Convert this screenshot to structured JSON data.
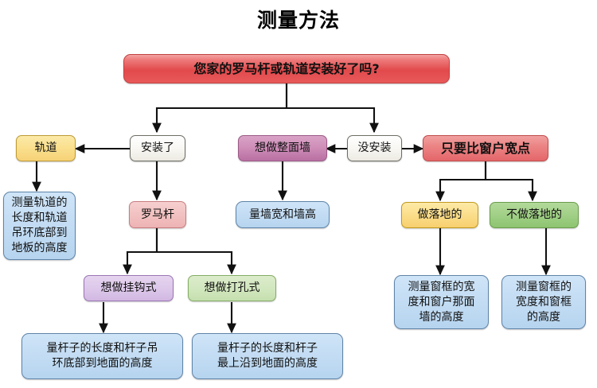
{
  "title": "测量方法",
  "flowchart": {
    "type": "decision-tree",
    "nodes": [
      {
        "id": "root",
        "label": "您家的罗马杆或轨道安装好了吗?",
        "color": "#e24a4c",
        "style": "root"
      },
      {
        "id": "guidao",
        "label": "轨道",
        "color": "#fadf8d",
        "style": "yellow"
      },
      {
        "id": "anzhuangle",
        "label": "安装了",
        "color": "#f7f6f2",
        "style": "white"
      },
      {
        "id": "zhengmianqiang",
        "label": "想做整面墙",
        "color": "#cf8fb9",
        "style": "purple"
      },
      {
        "id": "meianzhuang",
        "label": "没安装",
        "color": "#f7f6f2",
        "style": "white"
      },
      {
        "id": "kuandian",
        "label": "只要比窗户宽点",
        "color": "#ec8585",
        "style": "red"
      },
      {
        "id": "cl_guidao",
        "label": "测量轨道的\n长度和轨道\n吊环底部到\n地板的高度",
        "color": "#c4ddf4",
        "style": "blue"
      },
      {
        "id": "luomagan",
        "label": "罗马杆",
        "color": "#f2c1c1",
        "style": "pink"
      },
      {
        "id": "liangqiang",
        "label": "量墙宽和墙高",
        "color": "#c4ddf4",
        "style": "blue"
      },
      {
        "id": "zuoluodi",
        "label": "做落地的",
        "color": "#fbdf8d",
        "style": "amber"
      },
      {
        "id": "buzuoluodi",
        "label": "不做落地的",
        "color": "#a3d189",
        "style": "green"
      },
      {
        "id": "guagoushi",
        "label": "想做挂钩式",
        "color": "#ddc8ea",
        "style": "lavender"
      },
      {
        "id": "dakongshi",
        "label": "想做打孔式",
        "color": "#d2e7bf",
        "style": "lightgreen"
      },
      {
        "id": "cl_chuangkuang1",
        "label": "测量窗框的宽\n度和窗户那面\n墙的高度",
        "color": "#c4ddf4",
        "style": "blue"
      },
      {
        "id": "cl_chuangkuang2",
        "label": "测量窗框的\n宽度和窗框\n的高度",
        "color": "#c4ddf4",
        "style": "blue"
      },
      {
        "id": "cl_ganzi1",
        "label": "量杆子的长度和杆子吊\n环底部到地面的高度",
        "color": "#c4ddf4",
        "style": "blue"
      },
      {
        "id": "cl_ganzi2",
        "label": "量杆子的长度和杆子\n最上沿到地面的高度",
        "color": "#c4ddf4",
        "style": "blue"
      }
    ],
    "edges": [
      {
        "from": "root",
        "to": "anzhuangle"
      },
      {
        "from": "root",
        "to": "meianzhuang"
      },
      {
        "from": "anzhuangle",
        "to": "guidao"
      },
      {
        "from": "anzhuangle",
        "to": "luomagan"
      },
      {
        "from": "guidao",
        "to": "cl_guidao"
      },
      {
        "from": "meianzhuang",
        "to": "zhengmianqiang"
      },
      {
        "from": "meianzhuang",
        "to": "kuandian"
      },
      {
        "from": "zhengmianqiang",
        "to": "liangqiang"
      },
      {
        "from": "kuandian",
        "to": "zuoluodi"
      },
      {
        "from": "kuandian",
        "to": "buzuoluodi"
      },
      {
        "from": "zuoluodi",
        "to": "cl_chuangkuang1"
      },
      {
        "from": "buzuoluodi",
        "to": "cl_chuangkuang2"
      },
      {
        "from": "luomagan",
        "to": "guagoushi"
      },
      {
        "from": "luomagan",
        "to": "dakongshi"
      },
      {
        "from": "guagoushi",
        "to": "cl_ganzi1"
      },
      {
        "from": "dakongshi",
        "to": "cl_ganzi2"
      }
    ]
  }
}
